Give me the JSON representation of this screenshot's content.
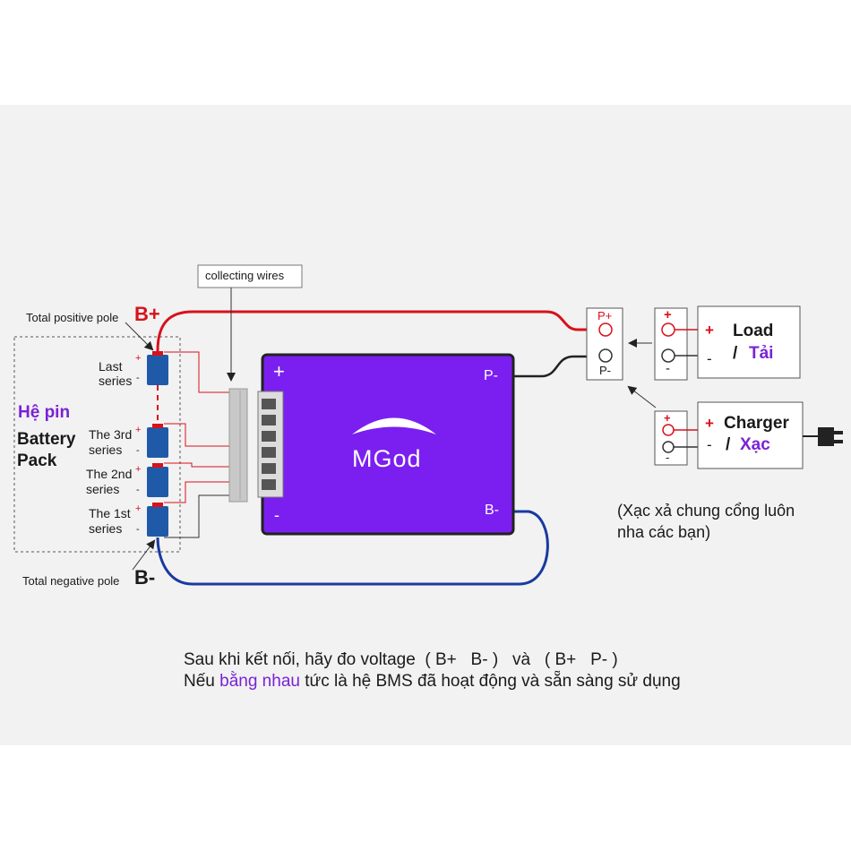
{
  "labels": {
    "collecting_wires": "collecting wires",
    "total_positive_pole": "Total positive pole",
    "b_plus": "B+",
    "total_negative_pole": "Total negative pole",
    "b_minus": "B-",
    "he_pin": "Hệ pin",
    "battery_pack_1": "Battery",
    "battery_pack_2": "Pack",
    "last_series_1": "Last",
    "last_series_2": "series",
    "third_series_1": "The 3rd",
    "third_series_2": "series",
    "second_series_1": "The 2nd",
    "second_series_2": "series",
    "first_series_1": "The 1st",
    "first_series_2": "series",
    "cell_plus": "+",
    "cell_minus": "-"
  },
  "bms": {
    "brand": "MGod",
    "plus": "+",
    "minus": "-",
    "p_minus": "P-",
    "b_minus": "B-"
  },
  "port": {
    "p_plus": "P+",
    "p_minus": "P-"
  },
  "load": {
    "plus": "+",
    "minus": "-",
    "title": "Load",
    "sep": "/",
    "title_vi": "Tải"
  },
  "charger": {
    "plus": "+",
    "minus": "-",
    "title": "Charger",
    "sep": "/",
    "title_vi": "Xạc"
  },
  "note": {
    "line1": "(Xạc xả chung cổng luôn",
    "line2": "nha các bạn)"
  },
  "instructions": {
    "line1": "Sau khi kết nối, hãy đo voltage  ( B+   B- )   và   ( B+   P- )",
    "line2_a": "Nếu ",
    "line2_b": "bằng nhau",
    "line2_c": " tức là hệ BMS đã hoạt động và sẵn sàng sử dụng"
  },
  "colors": {
    "bms": "#7b1ff0",
    "positive_wire": "#d8111b",
    "negative_wire": "#1a3aa0",
    "cell": "#1f5aa8",
    "accent_text": "#7a22d6"
  }
}
